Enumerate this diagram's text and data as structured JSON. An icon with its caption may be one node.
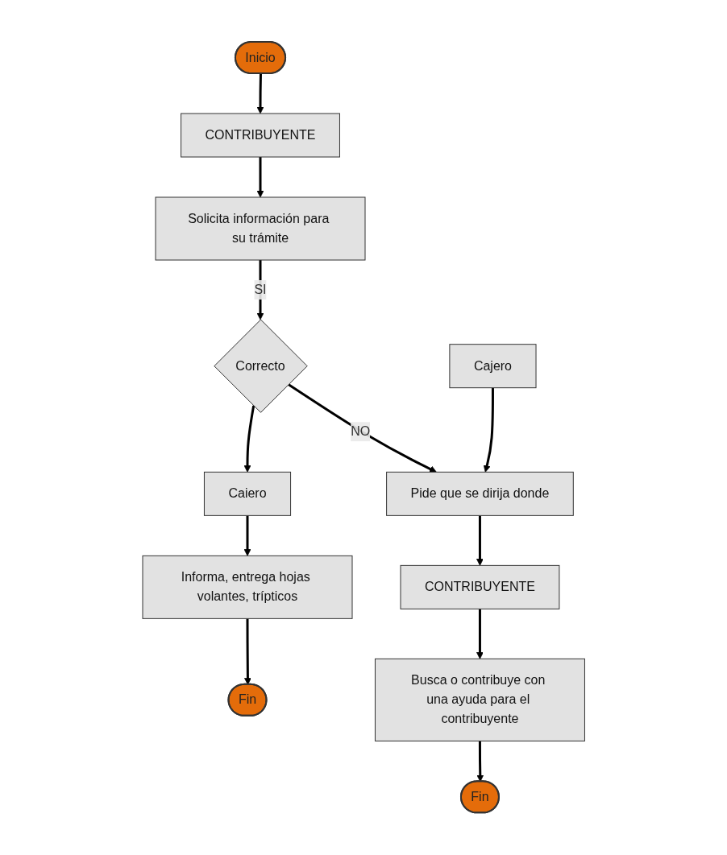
{
  "diagram": {
    "nodes": [
      {
        "text": [
          "Inicio"
        ]
      },
      {
        "text": [
          "CONTRIBUYENTE"
        ]
      },
      {
        "text": [
          "Solicita información para su trámite"
        ]
      },
      {
        "text": [
          "Correcto"
        ]
      },
      {
        "text": [
          "Caiero"
        ]
      },
      {
        "text": [
          "Informa, entrega hojas volantes, trípticos"
        ]
      },
      {
        "text": [
          "Fin"
        ]
      },
      {
        "text": [
          "Cajero"
        ]
      },
      {
        "text": [
          "Pide que se dirija donde"
        ]
      },
      {
        "text": [
          "CONTRIBUYENTE"
        ]
      },
      {
        "text": [
          "Busca o contribuye con una ayuda para el contribuyente"
        ]
      },
      {
        "text": [
          "Fin"
        ]
      }
    ],
    "edges": [
      {
        "from": 0,
        "to": 1,
        "arrow": "to"
      },
      {
        "from": 1,
        "to": 2,
        "arrow": "to"
      },
      {
        "from": 2,
        "to": 3,
        "arrow": "to",
        "label": "SI"
      },
      {
        "from": 3,
        "to": 4,
        "arrow": "to"
      },
      {
        "from": 4,
        "to": 5,
        "arrow": "to"
      },
      {
        "from": 5,
        "to": 6,
        "arrow": "to"
      },
      {
        "from": 3,
        "to": 8,
        "arrow": "to",
        "label": "NO"
      },
      {
        "from": 7,
        "to": 8,
        "arrow": "to"
      },
      {
        "from": 8,
        "to": 9,
        "arrow": "to"
      },
      {
        "from": 9,
        "to": 10,
        "arrow": "to"
      },
      {
        "from": 10,
        "to": 11,
        "arrow": "to"
      }
    ]
  }
}
